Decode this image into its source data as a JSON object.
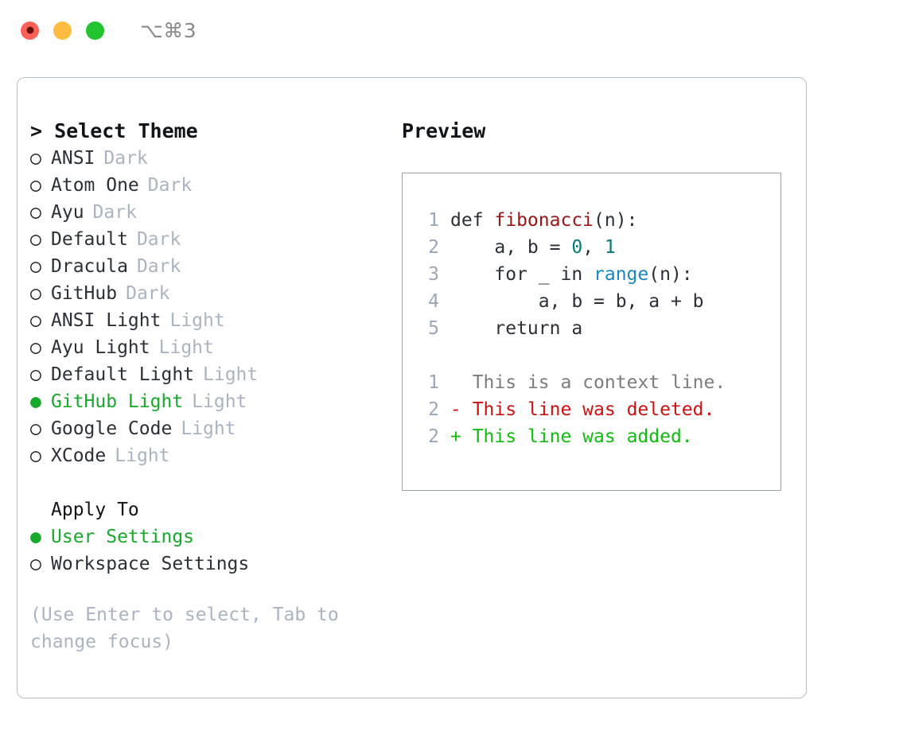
{
  "titlebar": {
    "shortcut": "⌥⌘3",
    "lights": [
      "close",
      "minimize",
      "zoom"
    ]
  },
  "left": {
    "header": "> Select Theme",
    "themes": [
      {
        "bullet": "○",
        "label": "ANSI",
        "badge": "Dark",
        "selected": false
      },
      {
        "bullet": "○",
        "label": "Atom One",
        "badge": "Dark",
        "selected": false
      },
      {
        "bullet": "○",
        "label": "Ayu",
        "badge": "Dark",
        "selected": false
      },
      {
        "bullet": "○",
        "label": "Default",
        "badge": "Dark",
        "selected": false
      },
      {
        "bullet": "○",
        "label": "Dracula",
        "badge": "Dark",
        "selected": false
      },
      {
        "bullet": "○",
        "label": "GitHub",
        "badge": "Dark",
        "selected": false
      },
      {
        "bullet": "○",
        "label": "ANSI Light",
        "badge": "Light",
        "selected": false
      },
      {
        "bullet": "○",
        "label": "Ayu Light",
        "badge": "Light",
        "selected": false
      },
      {
        "bullet": "○",
        "label": "Default Light",
        "badge": "Light",
        "selected": false
      },
      {
        "bullet": "●",
        "label": "GitHub Light",
        "badge": "Light",
        "selected": true
      },
      {
        "bullet": "○",
        "label": "Google Code",
        "badge": "Light",
        "selected": false
      },
      {
        "bullet": "○",
        "label": "XCode",
        "badge": "Light",
        "selected": false
      }
    ],
    "apply_to": {
      "header": "Apply To",
      "options": [
        {
          "bullet": "●",
          "label": "User Settings",
          "selected": true
        },
        {
          "bullet": "○",
          "label": "Workspace Settings",
          "selected": false
        }
      ]
    },
    "hint": "(Use Enter to select, Tab to change focus)"
  },
  "right": {
    "title": "Preview",
    "code_lines": [
      {
        "no": "1",
        "segments": [
          {
            "text": "def ",
            "tok": "plain"
          },
          {
            "text": "fibonacci",
            "tok": "fn"
          },
          {
            "text": "(n):",
            "tok": "plain"
          }
        ]
      },
      {
        "no": "2",
        "segments": [
          {
            "text": "    a, b = ",
            "tok": "plain"
          },
          {
            "text": "0",
            "tok": "num"
          },
          {
            "text": ", ",
            "tok": "plain"
          },
          {
            "text": "1",
            "tok": "num"
          }
        ]
      },
      {
        "no": "3",
        "segments": [
          {
            "text": "    for _ in ",
            "tok": "plain"
          },
          {
            "text": "range",
            "tok": "call"
          },
          {
            "text": "(n):",
            "tok": "plain"
          }
        ]
      },
      {
        "no": "4",
        "segments": [
          {
            "text": "        a, b = b, a + b",
            "tok": "plain"
          }
        ]
      },
      {
        "no": "5",
        "segments": [
          {
            "text": "    return a",
            "tok": "plain"
          }
        ]
      }
    ],
    "diff_lines": [
      {
        "no": "1",
        "marker": "  ",
        "text": "This is a context line.",
        "kind": "ctx"
      },
      {
        "no": "2",
        "marker": "- ",
        "text": "This line was deleted.",
        "kind": "del"
      },
      {
        "no": "2",
        "marker": "+ ",
        "text": "This line was added.",
        "kind": "add"
      }
    ]
  },
  "colors": {
    "green": "#17a92b",
    "diff_add": "#12bb12",
    "diff_del": "#cc1111",
    "diff_ctx": "#7c7c7c",
    "muted": "#aab4c1",
    "lineno": "#9aa6b5",
    "fn": "#9a1616",
    "num": "#0b7a75",
    "call": "#1a86c4",
    "border": "#b6bfcc",
    "box_border": "#97a3b4"
  }
}
